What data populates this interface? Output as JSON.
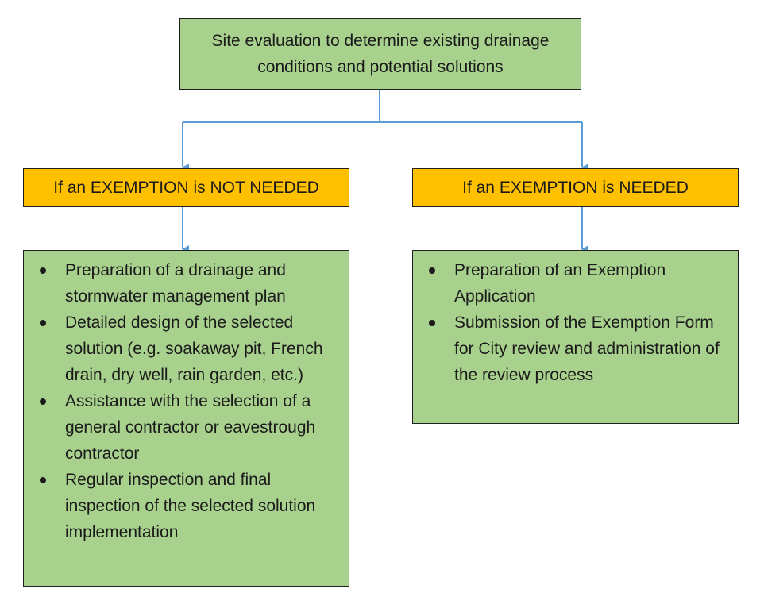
{
  "top": {
    "text": "Site evaluation to determine existing drainage conditions and potential solutions"
  },
  "branches": [
    {
      "condition": "If an EXEMPTION is NOT NEEDED",
      "items": [
        "Preparation of a drainage and stormwater management plan",
        "Detailed design of the selected solution (e.g. soakaway pit, French drain, dry well, rain garden, etc.)",
        "Assistance with the selection of a general contractor or eavestrough contractor",
        "Regular inspection and final inspection of the selected solution implementation"
      ]
    },
    {
      "condition": "If an EXEMPTION is NEEDED",
      "items": [
        "Preparation of an Exemption Application",
        "Submission of the Exemption Form for City review and administration of the review process"
      ]
    }
  ],
  "colors": {
    "box_green": "#a9d18e",
    "box_orange": "#ffc000",
    "connector_blue": "#5b9bd5"
  }
}
